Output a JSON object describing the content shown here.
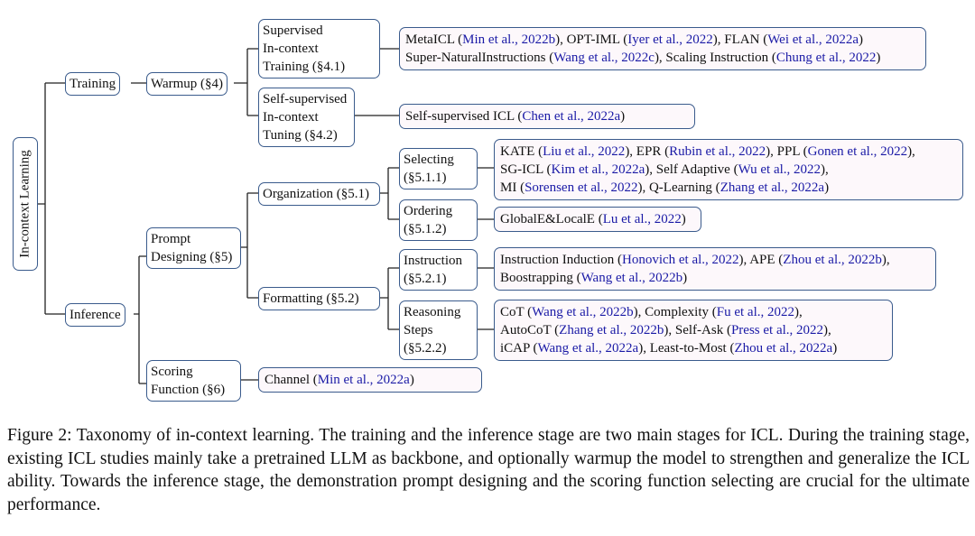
{
  "diagram": {
    "root": "In-context Learning",
    "training": "Training",
    "warmup": "Warmup (§4)",
    "supervised": [
      "Supervised",
      "In-context",
      "Training (§4.1)"
    ],
    "selfsup": [
      "Self-supervised",
      "In-context",
      "Tuning (§4.2)"
    ],
    "inference": "Inference",
    "prompt": [
      "Prompt",
      "Designing (§5)"
    ],
    "scoring": [
      "Scoring",
      "Function (§6)"
    ],
    "organization": "Organization (§5.1)",
    "formatting": "Formatting (§5.2)",
    "selecting": [
      "Selecting",
      "(§5.1.1)"
    ],
    "ordering": [
      "Ordering",
      "(§5.1.2)"
    ],
    "instruction": [
      "Instruction",
      "(§5.2.1)"
    ],
    "reasoning": [
      "Reasoning",
      "Steps",
      "(§5.2.2)"
    ],
    "leaf_supervised": {
      "l1": [
        [
          "MetaICL (",
          ""
        ],
        [
          "Min et al., 2022b",
          "c"
        ],
        [
          "), OPT-IML (",
          ""
        ],
        [
          "Iyer et al., 2022",
          "c"
        ],
        [
          "), FLAN (",
          ""
        ],
        [
          "Wei et al., 2022a",
          "c"
        ],
        [
          ")",
          ""
        ]
      ],
      "l2": [
        [
          "Super-NaturalInstructions (",
          ""
        ],
        [
          "Wang et al., 2022c",
          "c"
        ],
        [
          "), Scaling Instruction (",
          ""
        ],
        [
          "Chung et al., 2022",
          "c"
        ],
        [
          ")",
          ""
        ]
      ]
    },
    "leaf_selfsup": {
      "l1": [
        [
          "Self-supervised ICL  (",
          ""
        ],
        [
          "Chen et al., 2022a",
          "c"
        ],
        [
          ")",
          ""
        ]
      ]
    },
    "leaf_selecting": {
      "l1": [
        [
          "KATE (",
          ""
        ],
        [
          "Liu et al., 2022",
          "c"
        ],
        [
          "), EPR (",
          ""
        ],
        [
          "Rubin et al., 2022",
          "c"
        ],
        [
          "), PPL (",
          ""
        ],
        [
          "Gonen et al., 2022",
          "c"
        ],
        [
          "),",
          ""
        ]
      ],
      "l2": [
        [
          "SG-ICL (",
          ""
        ],
        [
          "Kim et al., 2022a",
          "c"
        ],
        [
          "), Self Adaptive (",
          ""
        ],
        [
          "Wu et al., 2022",
          "c"
        ],
        [
          "),",
          ""
        ]
      ],
      "l3": [
        [
          "MI (",
          ""
        ],
        [
          "Sorensen et al., 2022",
          "c"
        ],
        [
          "), Q-Learning (",
          ""
        ],
        [
          "Zhang et al., 2022a",
          "c"
        ],
        [
          ")",
          ""
        ]
      ]
    },
    "leaf_ordering": {
      "l1": [
        [
          "GlobalE&LocalE (",
          ""
        ],
        [
          "Lu et al., 2022",
          "c"
        ],
        [
          ")",
          ""
        ]
      ]
    },
    "leaf_instruction": {
      "l1": [
        [
          "Instruction Induction (",
          ""
        ],
        [
          "Honovich et al., 2022",
          "c"
        ],
        [
          "), APE (",
          ""
        ],
        [
          "Zhou et al., 2022b",
          "c"
        ],
        [
          "),",
          ""
        ]
      ],
      "l2": [
        [
          "Boostrapping (",
          ""
        ],
        [
          "Wang et al., 2022b",
          "c"
        ],
        [
          ")",
          ""
        ]
      ]
    },
    "leaf_reasoning": {
      "l1": [
        [
          "CoT (",
          ""
        ],
        [
          "Wang et al., 2022b",
          "c"
        ],
        [
          "), Complexity (",
          ""
        ],
        [
          "Fu et al., 2022",
          "c"
        ],
        [
          "),",
          ""
        ]
      ],
      "l2": [
        [
          "AutoCoT (",
          ""
        ],
        [
          "Zhang et al., 2022b",
          "c"
        ],
        [
          "), Self-Ask (",
          ""
        ],
        [
          "Press et al., 2022",
          "c"
        ],
        [
          "),",
          ""
        ]
      ],
      "l3": [
        [
          "iCAP (",
          ""
        ],
        [
          "Wang et al., 2022a",
          "c"
        ],
        [
          "), Least-to-Most (",
          ""
        ],
        [
          "Zhou et al., 2022a",
          "c"
        ],
        [
          ")",
          ""
        ]
      ]
    },
    "leaf_channel": {
      "l1": [
        [
          "Channel (",
          ""
        ],
        [
          "Min et al., 2022a",
          "c"
        ],
        [
          ")",
          ""
        ]
      ]
    }
  },
  "caption": "Figure 2: Taxonomy of in-context learning. The training and the inference stage are two main stages for ICL. During the training stage, existing ICL studies mainly take a pretrained LLM as backbone, and optionally warmup the model to strengthen and generalize the ICL ability. Towards the inference stage, the demonstration prompt designing and the scoring function selecting are crucial for the ultimate performance."
}
